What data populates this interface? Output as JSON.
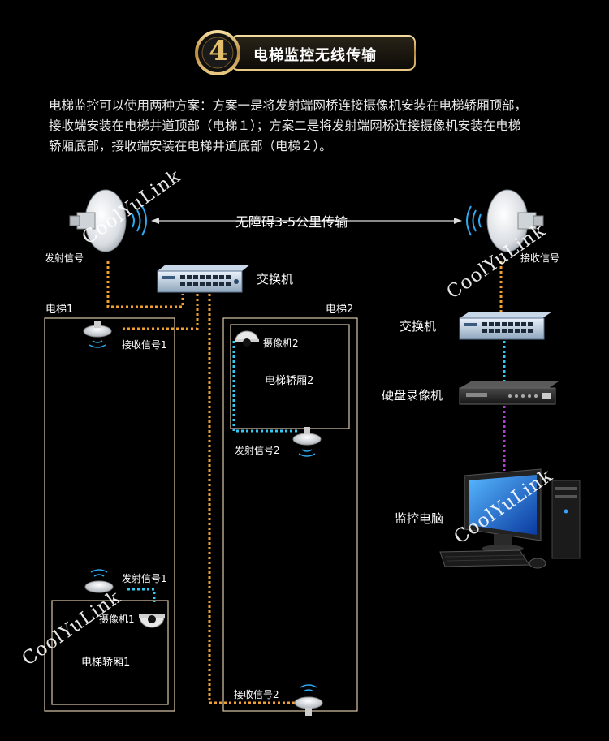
{
  "title": {
    "number": "4",
    "text": "电梯监控无线传输"
  },
  "intro": "电梯监控可以使用两种方案：方案一是将发射端网桥连接摄像机安装在电梯轿厢顶部，\n接收端安装在电梯井道顶部（电梯１）；方案二是将发射端网桥连接摄像机安装在电梯\n轿厢底部，接收端安装在电梯井道底部（电梯２）。",
  "transmission_label": "无障碍3-5公里传输",
  "labels": {
    "send_signal": "发射信号",
    "receive_signal": "接收信号",
    "switch_left": "交换机",
    "switch_right": "交换机",
    "nvr": "硬盘录像机",
    "monitor_pc": "监控电脑",
    "elevator1": "电梯1",
    "elevator2": "电梯2",
    "receive_signal_1": "接收信号1",
    "send_signal_1": "发射信号1",
    "camera1": "摄像机1",
    "car1": "电梯轿厢1",
    "camera2": "摄像机2",
    "car2": "电梯轿厢2",
    "send_signal_2": "发射信号2",
    "receive_signal_2": "接收信号2"
  },
  "watermark": "CoolYuLink",
  "colors": {
    "orange": "#f0a030",
    "cyan": "#35c8f0",
    "purple": "#b040d0",
    "gold": "#c8a050"
  }
}
